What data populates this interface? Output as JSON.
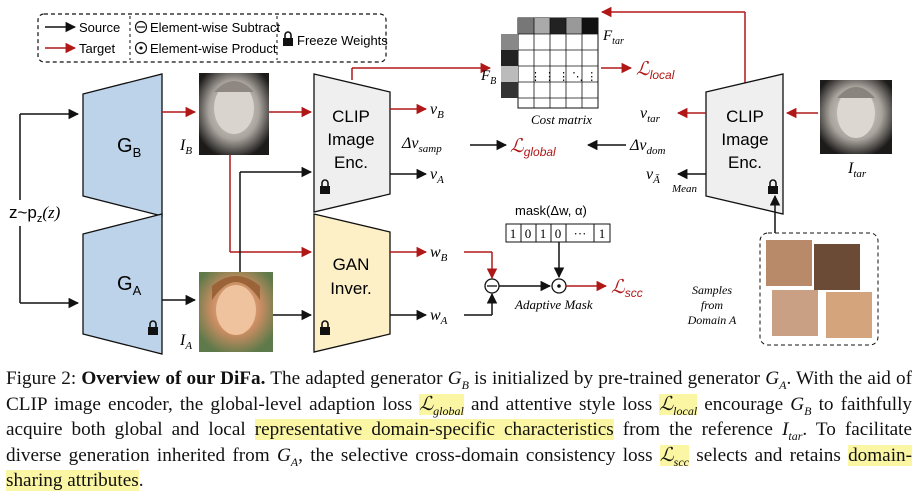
{
  "legend": {
    "source": "Source",
    "target": "Target",
    "subtract": "Element-wise Subtract",
    "product": "Element-wise Product",
    "freeze": "Freeze Weights"
  },
  "generators": {
    "gb": "G",
    "gb_sub": "B",
    "ga": "G",
    "ga_sub": "A"
  },
  "latent": "z~p",
  "latent_sub": "z",
  "latent_arg": "(z)",
  "images": {
    "ib": "I",
    "ib_sub": "B",
    "ia": "I",
    "ia_sub": "A",
    "itar": "I",
    "itar_sub": "tar"
  },
  "clip_left": {
    "line1": "CLIP",
    "line2": "Image",
    "line3": "Enc."
  },
  "clip_right": {
    "line1": "CLIP",
    "line2": "Image",
    "line3": "Enc."
  },
  "gan_inv": {
    "line1": "GAN",
    "line2": "Inver."
  },
  "vectors": {
    "vb": "v",
    "vb_sub": "B",
    "va": "v",
    "va_sub": "A",
    "dv_samp": "Δv",
    "dv_samp_sub": "samp",
    "vtar": "v",
    "vtar_sub": "tar",
    "dv_dom": "Δv",
    "dv_dom_sub": "dom",
    "vabar": "v",
    "vabar_sub": "Ā",
    "wb": "w",
    "wb_sub": "B",
    "wa": "w",
    "wa_sub": "A"
  },
  "mean_label": "Mean",
  "losses": {
    "local": "ℒ",
    "local_sub": "local",
    "global": "ℒ",
    "global_sub": "global",
    "scc": "ℒ",
    "scc_sub": "scc"
  },
  "feature": {
    "fb": "F",
    "fb_sub": "B",
    "ftar": "F",
    "ftar_sub": "tar"
  },
  "cost_matrix_label": "Cost matrix",
  "mask_label": "mask(Δw, α)",
  "mask_cells": [
    "1",
    "0",
    "1",
    "0",
    "···",
    "1"
  ],
  "adaptive_mask": "Adaptive Mask",
  "samples": [
    "Samples",
    "from",
    "Domain A"
  ],
  "caption": {
    "fig_label": "Figure 2:",
    "title": "Overview of our DiFa.",
    "s1a": "The adapted generator",
    "gb": "G",
    "gb_sub": "B",
    "s1b": "is initialized by pre-trained generator",
    "ga": "G",
    "ga_sub": "A",
    "s2a": ". With the aid of CLIP image encoder, the global-level adaption loss",
    "lglobal": "ℒ",
    "lglobal_sub": "global",
    "s2b": "and attentive style",
    "s3a": "loss",
    "llocal": "ℒ",
    "llocal_sub": "local",
    "s3b": "encourage",
    "gb2": "G",
    "gb2_sub": "B",
    "s3c": "to faithfully acquire both global and local",
    "hl1": "representative domain-specific characteristics",
    "s4a": "from the reference",
    "itar": "I",
    "itar_sub": "tar",
    "s4b": ". To facilitate diverse generation inherited from",
    "ga2": "G",
    "ga2_sub": "A",
    "s4c": ", the selective cross-domain consistency loss",
    "lscc": "ℒ",
    "lscc_sub": "scc",
    "s5a": "selects and retains",
    "hl2": "domain-sharing attributes",
    "s5b": "."
  }
}
